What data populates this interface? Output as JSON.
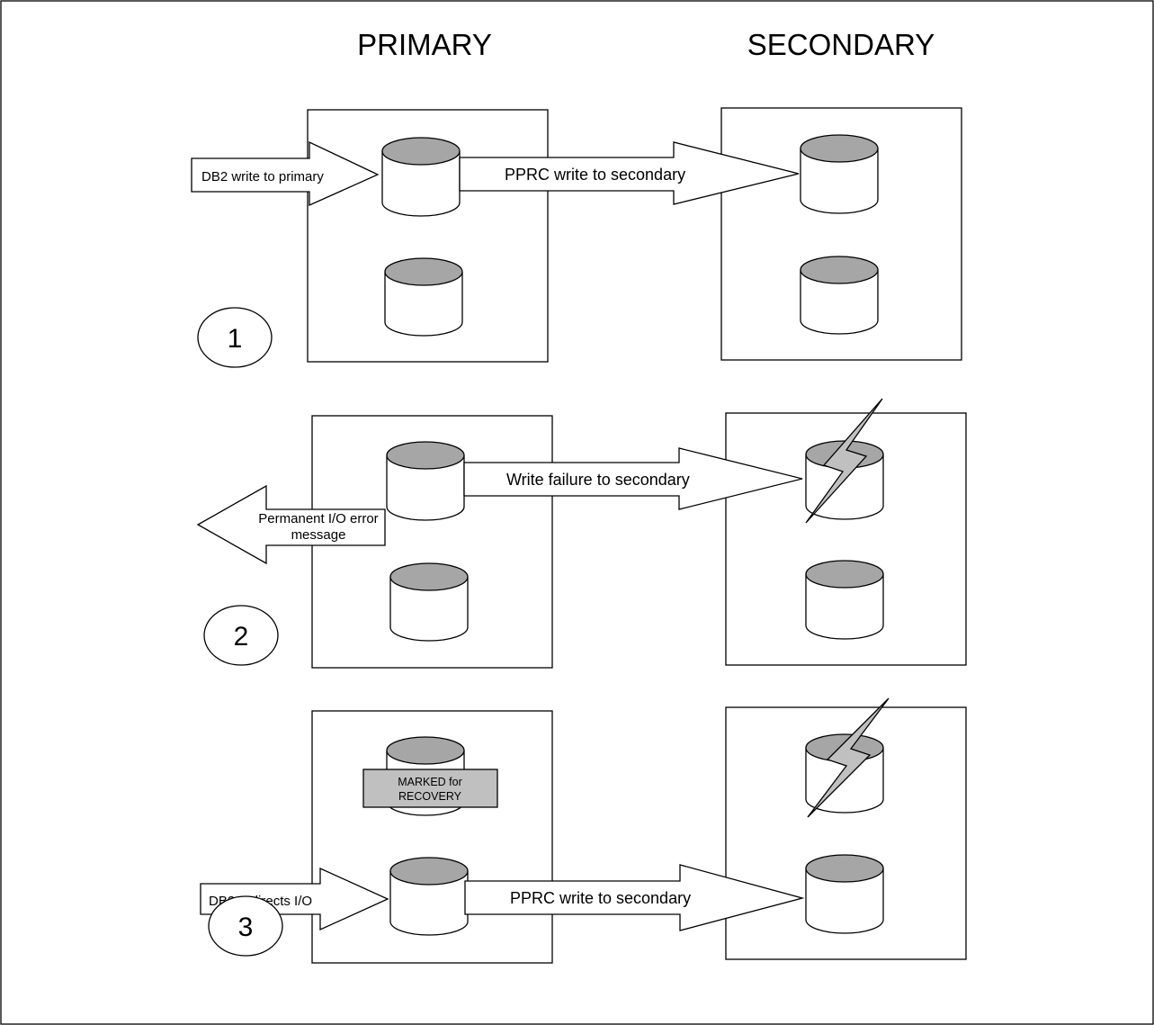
{
  "headers": {
    "primary": "PRIMARY",
    "secondary": "SECONDARY"
  },
  "scenario1": {
    "step": "1",
    "db2_write_label": "DB2 write to primary",
    "pprc_write_label": "PPRC write to secondary"
  },
  "scenario2": {
    "step": "2",
    "write_failure_label": "Write failure to secondary",
    "error_label_line1": "Permanent I/O error",
    "error_label_line2": "message"
  },
  "scenario3": {
    "step": "3",
    "marked_line1": "MARKED for",
    "marked_line2": "RECOVERY",
    "redirect_label": "DB2 redirects I/O",
    "pprc_write_label": "PPRC write to secondary"
  },
  "colors": {
    "disk_top": "#a6a6a6",
    "lightning": "#c0c0c0",
    "marked_label_bg": "#c0c0c0"
  }
}
